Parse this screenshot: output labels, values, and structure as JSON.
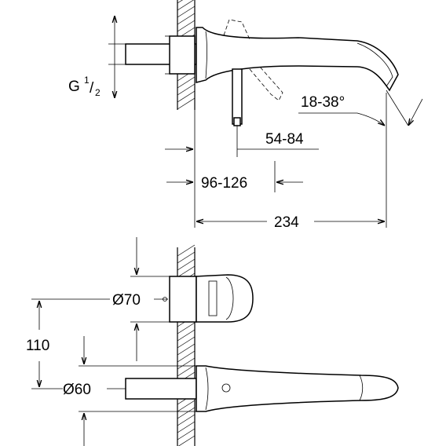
{
  "labels": {
    "thread_main": "G",
    "thread_sup": "1",
    "thread_slash": "/",
    "thread_sub": "2",
    "angle": "18-38°",
    "dim_lever": "54-84",
    "dim_depth": "96-126",
    "dim_total": "234",
    "dia_top": "Ø70",
    "dia_bottom": "Ø60",
    "dim_height": "110"
  }
}
